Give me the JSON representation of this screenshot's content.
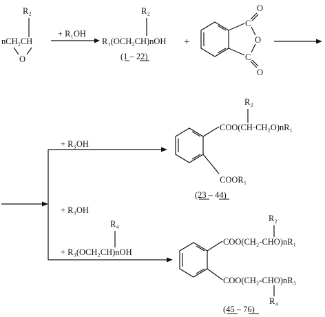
{
  "epoxide": {
    "label": "nCH₂CH",
    "ring_o": "O",
    "r": "R₂"
  },
  "step1": {
    "reagent": "+ R₁OH",
    "product": "R₁(OCH₂CH)nOH",
    "product_r": "R₂",
    "compounds": "(1 – 22)"
  },
  "plus": "+",
  "anhydride": {
    "c_top": "C",
    "o_top": "O",
    "o_ring": "O",
    "c_bottom": "C",
    "o_bottom": "O"
  },
  "branch_a": {
    "reagent": "+ R₃OH",
    "ester_top": "COO(CH·CH₂O)nR₁",
    "ester_top_r": "R₂",
    "ester_bottom": "COOR₁",
    "compounds": "(23 – 44)"
  },
  "branch_b": {
    "reagent1": "+ R₃OH",
    "reagent2": "+ R₃(OCH₂CH)nOH",
    "reagent2_r": "R₄",
    "ester_top": "COO(CH₂-CHO)nR₁",
    "ester_top_r": "R₂",
    "ester_bottom": "COO(CH₂-CHO)nR₃",
    "ester_bottom_r": "R₄",
    "compounds": "(45 – 76)"
  }
}
